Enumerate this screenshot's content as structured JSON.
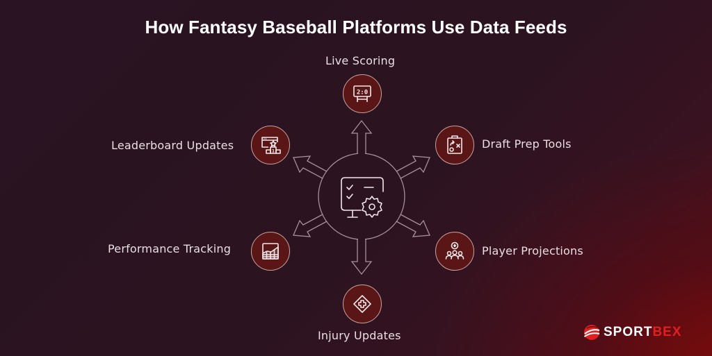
{
  "title": "How Fantasy Baseball Platforms Use Data Feeds",
  "center": {
    "icon": "monitor-checklist-gear-icon"
  },
  "nodes": [
    {
      "id": "live-scoring",
      "label": "Live Scoring",
      "icon": "scoreboard-icon",
      "icon_text": "2:0"
    },
    {
      "id": "draft-prep-tools",
      "label": "Draft Prep Tools",
      "icon": "clipboard-play-icon"
    },
    {
      "id": "player-projections",
      "label": "Player Projections",
      "icon": "team-players-ball-icon"
    },
    {
      "id": "injury-updates",
      "label": "Injury Updates",
      "icon": "medical-cross-icon"
    },
    {
      "id": "performance-tracking",
      "label": "Performance Tracking",
      "icon": "chart-grid-icon"
    },
    {
      "id": "leaderboard-updates",
      "label": "Leaderboard Updates",
      "icon": "podium-star-icon",
      "icon_text": "1"
    }
  ],
  "brand": {
    "name_part1": "SPORT",
    "name_part2": "BEX",
    "accent": "#e02020"
  },
  "colors": {
    "background": "#2b1320",
    "node_fill": "#5a1616",
    "node_stroke": "#c9a4a0",
    "line": "#a98f9c",
    "text": "#e9dfe4"
  }
}
